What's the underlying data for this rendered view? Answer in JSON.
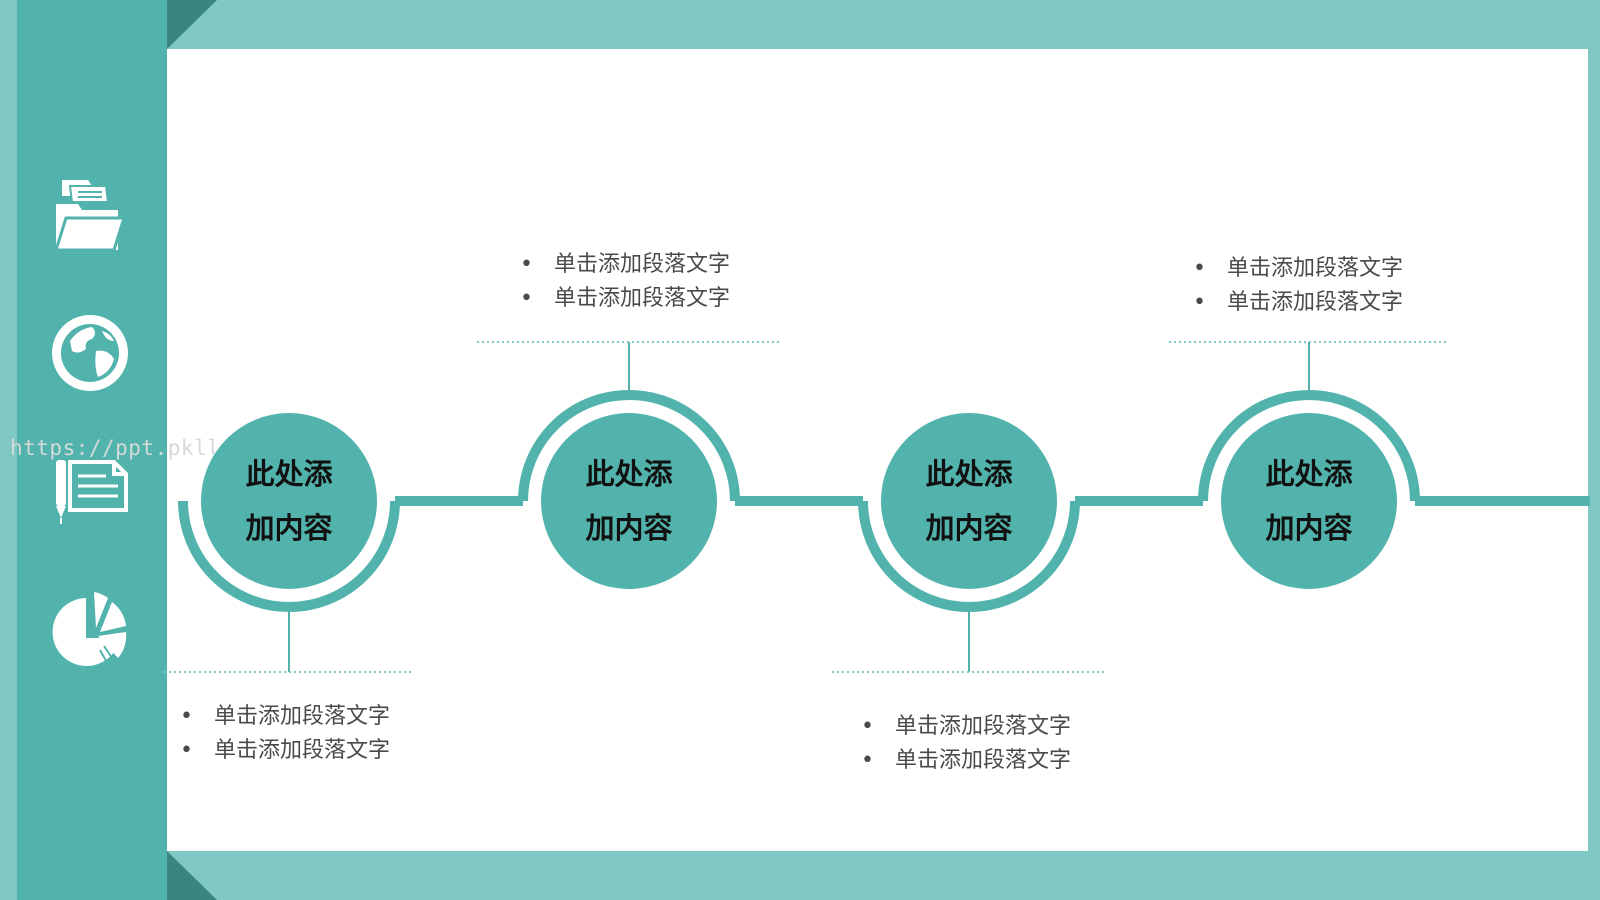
{
  "colors": {
    "band": "#7fc8c3",
    "sidebar": "#52b3ad",
    "fold": "#3a8580",
    "node": "#52b3ad",
    "ring": "#52b3ad",
    "line": "#52b3ad",
    "dotted": "#7fc8c3",
    "text": "#4a4a4a"
  },
  "watermark": "https://ppt.pkll.de",
  "sidebar_icons": [
    "folder-documents-icon",
    "globe-icon",
    "document-pen-icon",
    "pie-chart-icon"
  ],
  "steps": [
    {
      "label_line1": "此处添",
      "label_line2": "加内容",
      "ring": "bottom",
      "bullets": [
        "单击添加段落文字",
        "单击添加段落文字"
      ]
    },
    {
      "label_line1": "此处添",
      "label_line2": "加内容",
      "ring": "top",
      "bullets": [
        "单击添加段落文字",
        "单击添加段落文字"
      ]
    },
    {
      "label_line1": "此处添",
      "label_line2": "加内容",
      "ring": "bottom",
      "bullets": [
        "单击添加段落文字",
        "单击添加段落文字"
      ]
    },
    {
      "label_line1": "此处添",
      "label_line2": "加内容",
      "ring": "top",
      "bullets": [
        "单击添加段落文字",
        "单击添加段落文字"
      ]
    }
  ]
}
